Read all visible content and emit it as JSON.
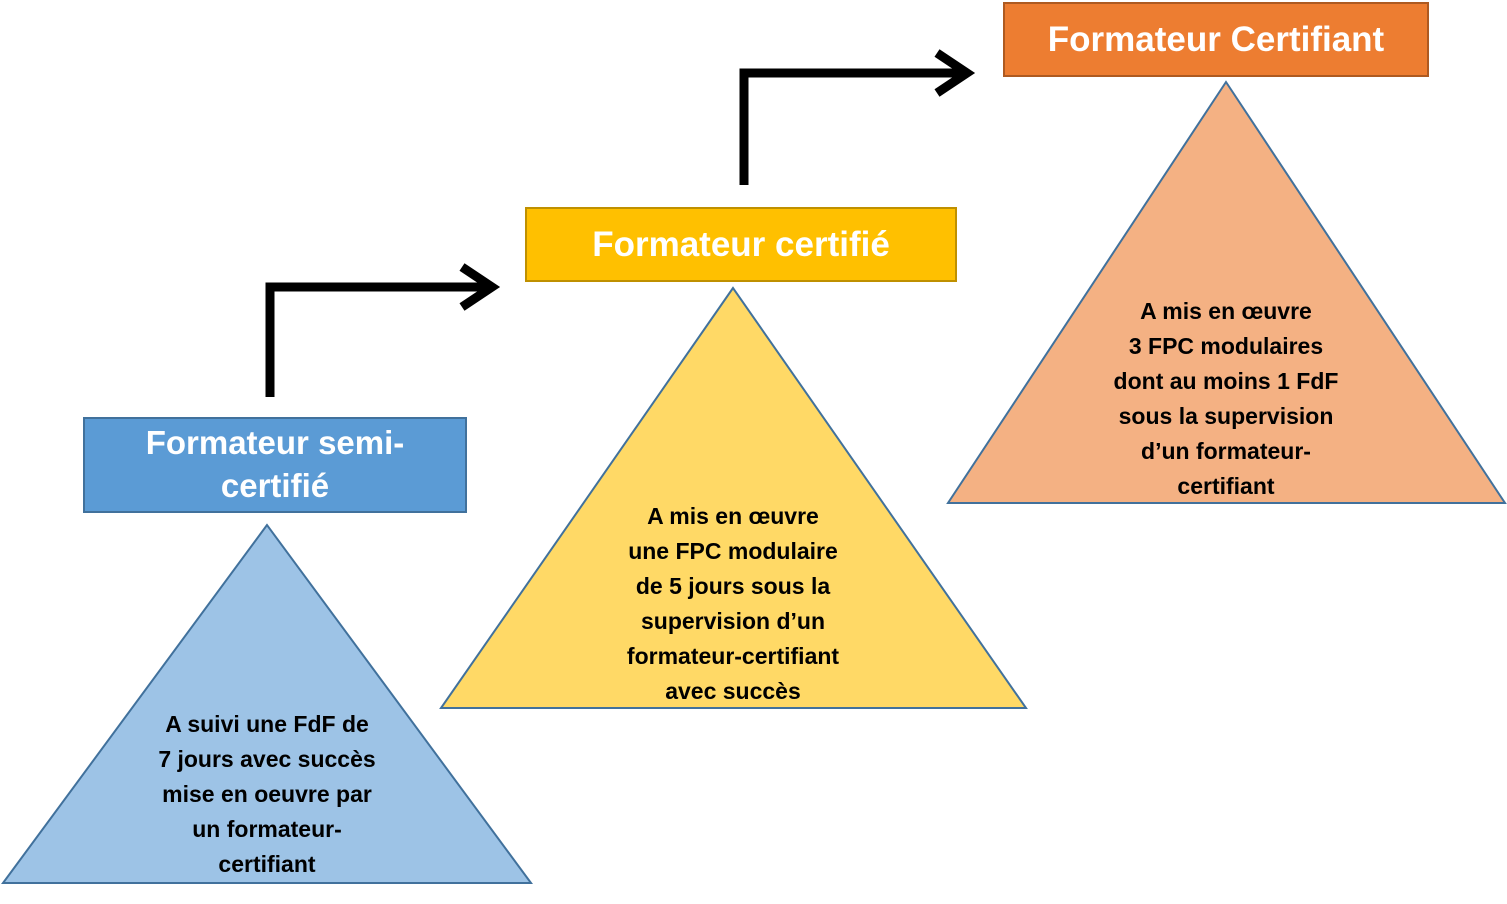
{
  "levels": [
    {
      "title": "Formateur semi-certifié",
      "title_lines": [
        "Formateur semi-",
        "certifié"
      ],
      "description_lines": [
        "A suivi une FdF de",
        "7 jours avec succès",
        "mise en oeuvre par",
        "un formateur-",
        "certifiant"
      ],
      "box_color": "#5b9bd5",
      "triangle_color": "#9dc3e6",
      "triangle_stroke": "#41719c"
    },
    {
      "title": "Formateur certifié",
      "title_lines": [
        "Formateur certifié"
      ],
      "description_lines": [
        "A mis en œuvre",
        "une FPC modulaire",
        "de 5 jours sous la",
        "supervision d’un",
        "formateur-certifiant",
        "avec succès"
      ],
      "box_color": "#ffc000",
      "triangle_color": "#ffd966",
      "triangle_stroke": "#41719c"
    },
    {
      "title": "Formateur Certifiant",
      "title_lines": [
        "Formateur Certifiant"
      ],
      "description_lines": [
        "A mis en œuvre",
        "3 FPC modulaires",
        "dont au moins 1 FdF",
        "sous la supervision",
        "d’un formateur-",
        "certifiant"
      ],
      "box_color": "#ed7d31",
      "triangle_color": "#f4b183",
      "triangle_stroke": "#41719c"
    }
  ],
  "arrow_color": "#000000"
}
